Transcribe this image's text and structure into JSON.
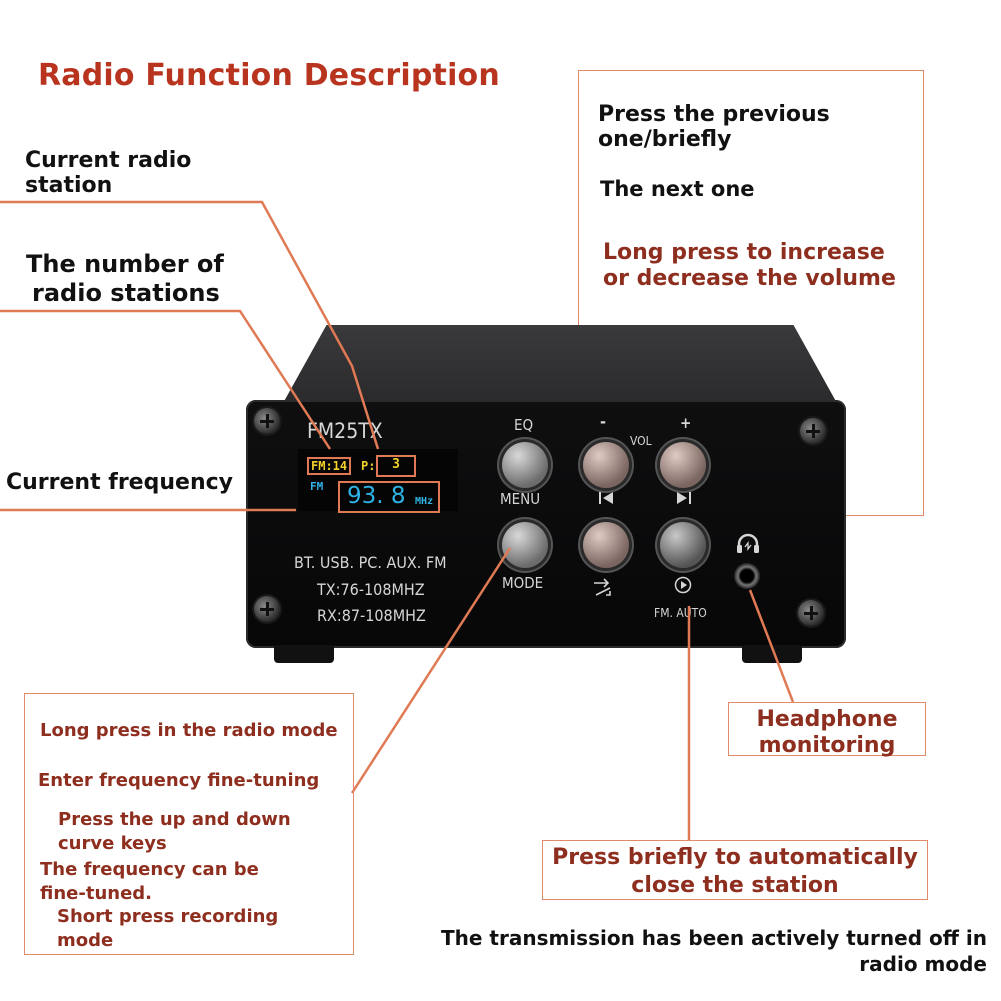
{
  "title": "Radio Function Description",
  "labels": {
    "current_station": [
      "Current radio",
      "station"
    ],
    "num_stations": [
      "The number of",
      "radio stations"
    ],
    "current_frequency": "Current frequency"
  },
  "top_box": {
    "line1": [
      "Press the previous",
      "one/briefly"
    ],
    "line2": "The next one",
    "line3": [
      "Long press to increase",
      "or decrease the volume"
    ]
  },
  "left_box": {
    "l1": "Long press in the radio mode",
    "l2": "Enter frequency fine-tuning",
    "l3": [
      "Press the up and down",
      "curve keys"
    ],
    "l4": [
      "The frequency can be",
      "fine-tuned."
    ],
    "l5": [
      "Short press recording",
      "mode"
    ]
  },
  "headphone_box": [
    "Headphone",
    "monitoring"
  ],
  "auto_box": [
    "Press briefly to automatically",
    "close the station"
  ],
  "bottom_note": [
    "The transmission has been actively turned off in",
    "radio mode"
  ],
  "device": {
    "model": "FM25TX",
    "display": {
      "fm_count": "FM:14",
      "p_label": "P:",
      "p_value": "3",
      "band": "FM",
      "freq": "93. 8",
      "unit": "MHz"
    },
    "specs": [
      "BT. USB. PC. AUX. FM",
      "TX:76-108MHZ",
      "RX:87-108MHZ"
    ],
    "buttons": {
      "eq": "EQ",
      "menu": "MENU",
      "mode": "MODE",
      "minus": "-",
      "plus": "+",
      "vol": "VOL",
      "fm_auto": "FM. AUTO"
    }
  },
  "colors": {
    "title": "#b8341e",
    "annotation_text": "#8e2e1f",
    "leader_line": "#e07a55",
    "display_yellow": "#f2d12a",
    "display_cyan": "#2fb3e6"
  },
  "icons": [
    "prev-track-icon",
    "next-track-icon",
    "shuffle-icon",
    "play-circle-icon",
    "headphone-icon"
  ]
}
